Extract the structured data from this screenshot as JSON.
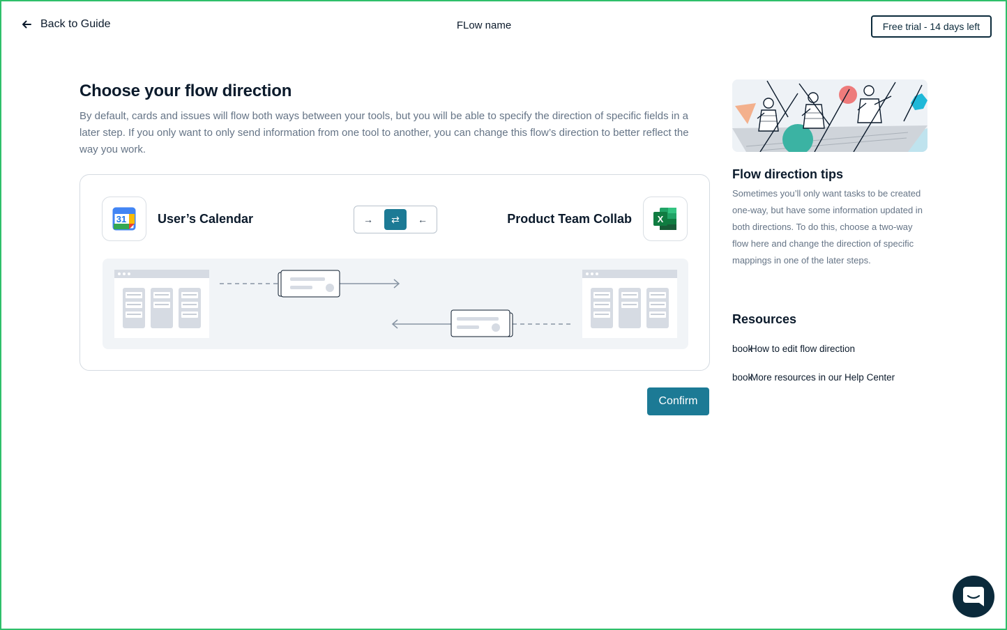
{
  "header": {
    "back_label": "Back to Guide",
    "flow_name": "FLow name",
    "trial_badge": "Free trial - 14 days left"
  },
  "main": {
    "title": "Choose your flow direction",
    "description": "By default, cards and issues will flow both ways between your tools, but you will be able to specify the direction of specific fields in a later step. If you only want to only send information from one tool to another, you can change this flow’s direction to better reflect the way you work.",
    "left_app": {
      "name": "User’s Calendar",
      "icon": "google-calendar-icon",
      "icon_text": "31"
    },
    "right_app": {
      "name": "Product Team Collab",
      "icon": "excel-icon",
      "icon_text": "X"
    },
    "direction": {
      "options": [
        {
          "id": "one-way-right",
          "glyph": "→"
        },
        {
          "id": "two-way",
          "glyph": "⇄"
        },
        {
          "id": "one-way-left",
          "glyph": "←"
        }
      ],
      "selected": "two-way"
    },
    "confirm_label": "Confirm"
  },
  "sidebar": {
    "tips_title": "Flow direction tips",
    "tips_text": "Sometimes you’ll only want tasks to be created one-way, but have some information updated in both directions. To do this, choose a two-way flow here and change the direction of specific mappings in one of the later steps.",
    "resources_title": "Resources",
    "resources": [
      {
        "icon_text": "book",
        "label": "How to edit flow direction"
      },
      {
        "icon_text": "book",
        "label": "More resources in our Help Center"
      }
    ]
  },
  "colors": {
    "accent": "#1c7a95",
    "frame": "#2fbf6a",
    "dark": "#0b2a3b",
    "muted_text": "#657486"
  }
}
